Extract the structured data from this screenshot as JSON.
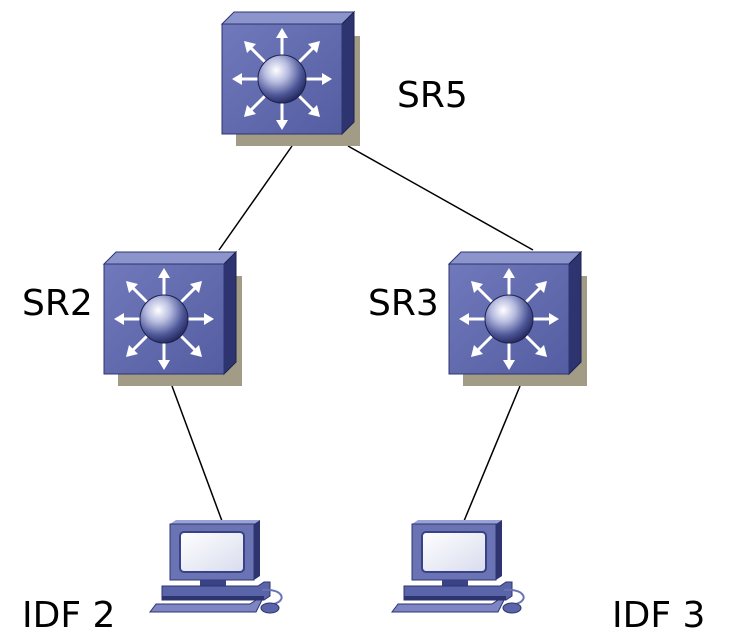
{
  "nodes": {
    "sr5": {
      "label": "SR5",
      "kind": "router-switch-icon"
    },
    "sr2": {
      "label": "SR2",
      "kind": "router-switch-icon"
    },
    "sr3": {
      "label": "SR3",
      "kind": "router-switch-icon"
    },
    "idf2": {
      "label": "IDF 2",
      "kind": "workstation-icon"
    },
    "idf3": {
      "label": "IDF 3",
      "kind": "workstation-icon"
    }
  },
  "links": [
    {
      "from": "SR5",
      "to": "SR2"
    },
    {
      "from": "SR5",
      "to": "SR3"
    },
    {
      "from": "SR2",
      "to": "IDF 2"
    },
    {
      "from": "SR3",
      "to": "IDF 3"
    }
  ],
  "colors": {
    "device_face": "#5a64a8",
    "device_side": "#2e3470",
    "device_shadow": "#a29c86",
    "link": "#000000"
  }
}
